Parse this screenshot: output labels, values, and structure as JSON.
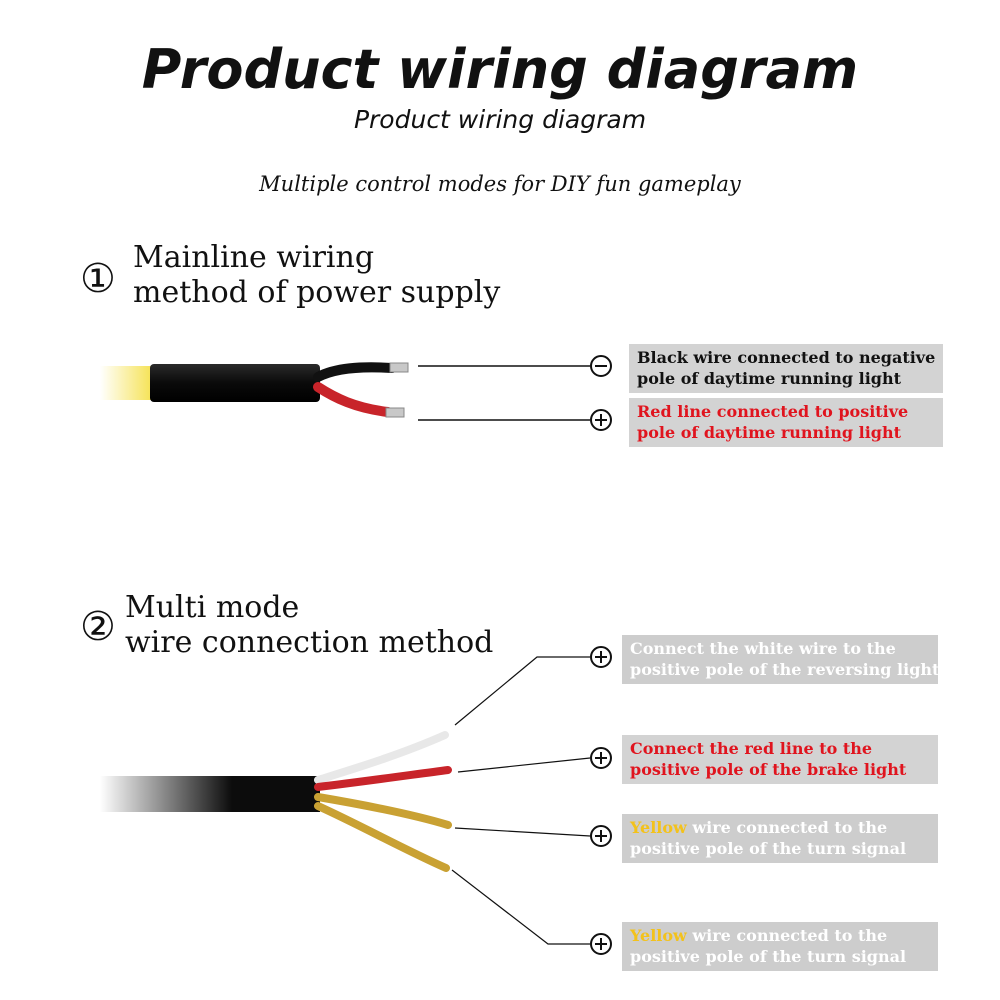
{
  "header": {
    "title": "Product wiring diagram",
    "subtitle": "Product wiring diagram",
    "tagline": "Multiple control modes for DIY fun gameplay"
  },
  "section1": {
    "number": "①",
    "title_line1": "Mainline wiring",
    "title_line2": "method of power supply",
    "labels": [
      {
        "sign": "minus",
        "line1": "Black wire connected to negative",
        "line2": "pole of daytime running light",
        "color": "#111111"
      },
      {
        "sign": "plus",
        "line1": "Red line connected to positive",
        "line2": "pole of daytime running light",
        "color": "#e0141e"
      }
    ]
  },
  "section2": {
    "number": "②",
    "title_line1": "Multi mode",
    "title_line2": "wire connection method",
    "labels": [
      {
        "sign": "plus",
        "line1": "Connect the white wire to the",
        "line2": "positive pole of the reversing light",
        "color": "#ffffff"
      },
      {
        "sign": "plus",
        "line1": "Connect the red line to the",
        "line2": "positive pole of the brake light",
        "color": "#e0141e"
      },
      {
        "sign": "plus",
        "word": "Yellow",
        "line1_rest": " wire connected to the",
        "line2": "positive pole of the turn signal",
        "word_color": "#f3c21b"
      },
      {
        "sign": "plus",
        "word": "Yellow",
        "line1_rest": " wire connected to the",
        "line2": "positive pole of the turn signal",
        "word_color": "#f3c21b"
      }
    ]
  },
  "colors": {
    "cable_black": "#0c0c0c",
    "wire_red": "#c8242a",
    "wire_white": "#e8e8e8",
    "wire_yellow": "#c9a133",
    "label_bg": "#d3d3d3"
  }
}
